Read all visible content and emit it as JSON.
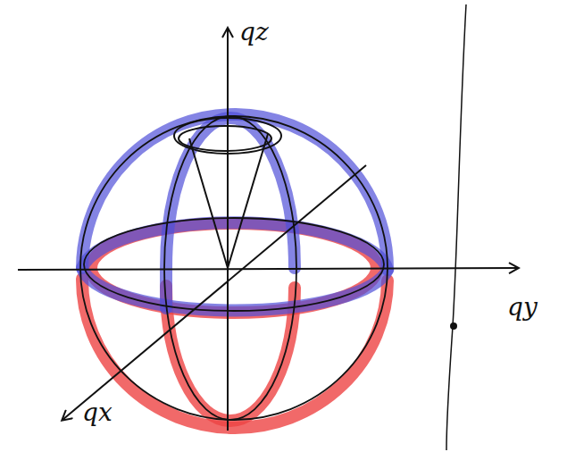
{
  "diagram": {
    "labels": [
      "qz",
      "qy",
      "qx"
    ]
  }
}
